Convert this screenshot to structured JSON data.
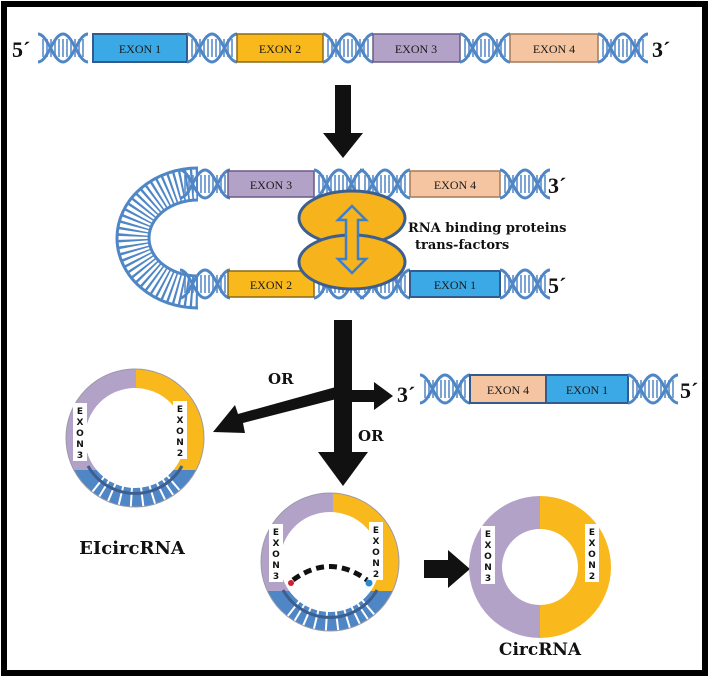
{
  "primes": {
    "five": "5´",
    "three": "3´"
  },
  "exons": {
    "e1": "EXON 1",
    "e2": "EXON 2",
    "e3": "EXON 3",
    "e4": "EXON 4"
  },
  "vertical_letters": {
    "exon": [
      "E",
      "X",
      "O",
      "N"
    ],
    "three": "3",
    "two": "2"
  },
  "labels": {
    "rbp_line1": "RNA binding proteins",
    "rbp_line2": "trans-factors",
    "or_left": "OR",
    "or_down": "OR",
    "eicircrna": "EIcircRNA",
    "circrna": "CircRNA"
  },
  "colors": {
    "exon1": "#3aa9e6",
    "exon2": "#f9b81c",
    "exon3": "#b3a2c8",
    "exon4": "#f5c4a0",
    "strand": "#4f86c6",
    "rbp": "#f7b31b",
    "arrow": "#111111"
  }
}
